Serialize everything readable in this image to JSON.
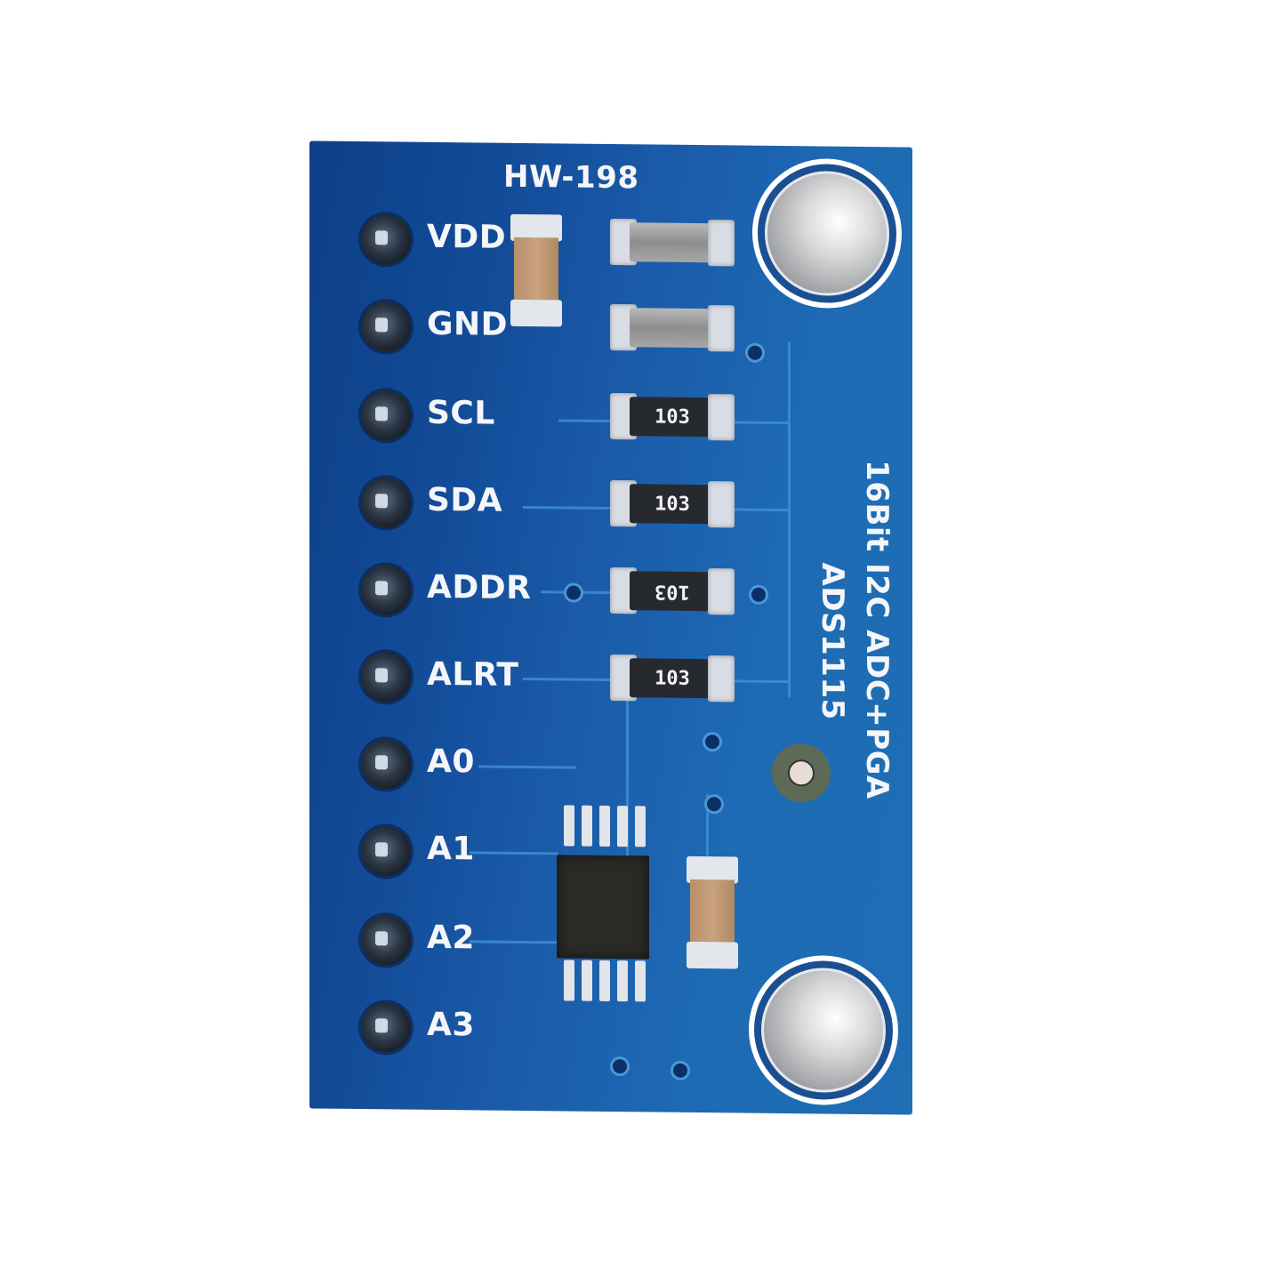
{
  "photo": {
    "subject": "ADS1115 ADC breakout board",
    "board_color": "#1a5aa8",
    "background_color": "#ffffff"
  },
  "silkscreen": {
    "model": "HW-198",
    "description_line1": "16Bit I2C ADC+PGA",
    "description_line2": "ADS1115"
  },
  "pins": [
    {
      "label": "VDD"
    },
    {
      "label": "GND"
    },
    {
      "label": "SCL"
    },
    {
      "label": "SDA"
    },
    {
      "label": "ADDR"
    },
    {
      "label": "ALRT"
    },
    {
      "label": "A0"
    },
    {
      "label": "A1"
    },
    {
      "label": "A2"
    },
    {
      "label": "A3"
    }
  ],
  "resistors": [
    {
      "marking": "103"
    },
    {
      "marking": "103"
    },
    {
      "marking": "103"
    },
    {
      "marking": "103"
    }
  ]
}
